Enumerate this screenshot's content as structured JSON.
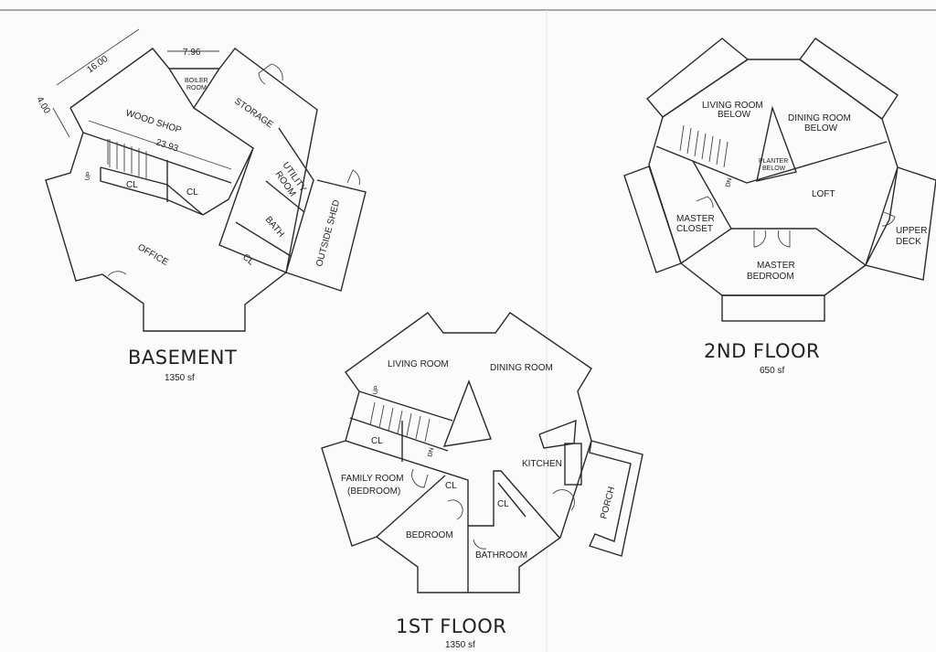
{
  "basement": {
    "title": "BASEMENT",
    "area": "1350 sf",
    "dimensions": [
      "16.00",
      "7.96",
      "4.00",
      "23.93"
    ],
    "rooms": [
      "WOOD SHOP",
      "BOILER",
      "ROOM",
      "STORAGE",
      "UTILITY",
      "ROOM",
      "BATH",
      "CL",
      "CL",
      "CL",
      "OFFICE",
      "OUTSIDE SHED",
      "UP"
    ]
  },
  "second_floor": {
    "title": "2ND FLOOR",
    "area": "650 sf",
    "rooms": [
      "LIVING ROOM",
      "BELOW",
      "DINING ROOM",
      "BELOW",
      "PLANTER",
      "BELOW",
      "LOFT",
      "MASTER",
      "CLOSET",
      "MASTER",
      "BEDROOM",
      "UPPER",
      "DECK",
      "DN"
    ]
  },
  "first_floor": {
    "title": "1ST FLOOR",
    "area": "1350 sf",
    "rooms": [
      "LIVING ROOM",
      "DINING ROOM",
      "KITCHEN",
      "FAMILY ROOM",
      "(BEDROOM)",
      "BEDROOM",
      "BATHROOM",
      "PORCH",
      "CL",
      "CL",
      "CL",
      "UP",
      "DN"
    ]
  }
}
